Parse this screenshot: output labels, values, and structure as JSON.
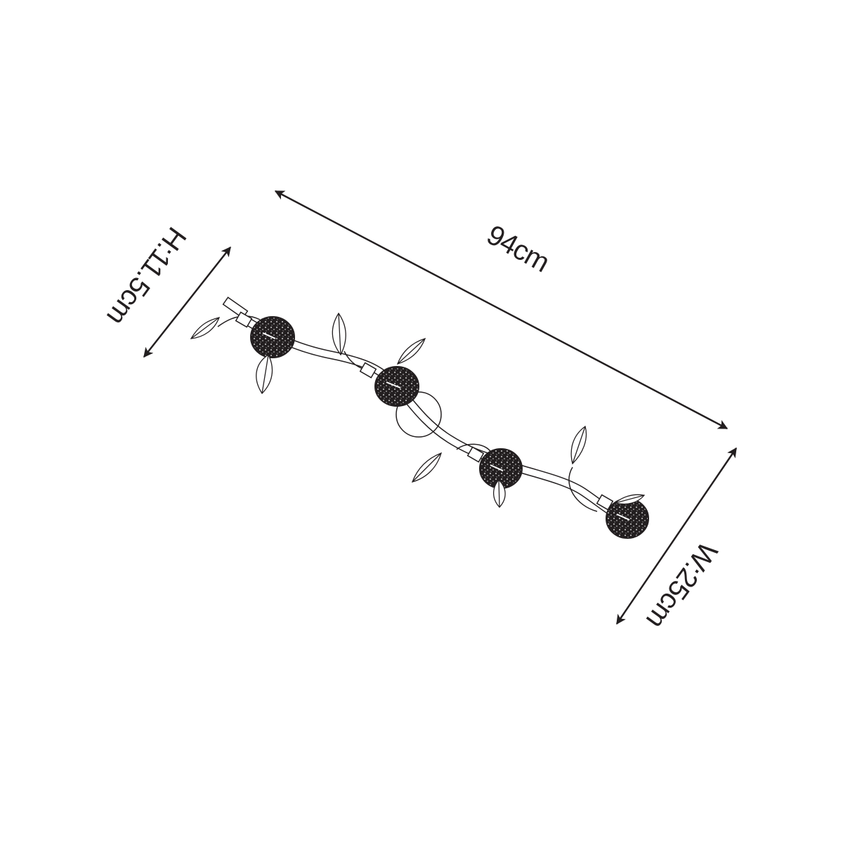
{
  "diagram": {
    "subject": "4-light ceiling spotlight bar with leaf decoration",
    "stroke_color": "#231f20",
    "background": "#ffffff",
    "dimensions": {
      "length": {
        "label": "94cm",
        "value": 94,
        "unit": "cm"
      },
      "height": {
        "label": "H:11.5cm",
        "value": 11.5,
        "unit": "cm"
      },
      "width": {
        "label": "W:25cm",
        "value": 25,
        "unit": "cm"
      }
    },
    "lamp_heads": 4,
    "leaves": 8
  }
}
